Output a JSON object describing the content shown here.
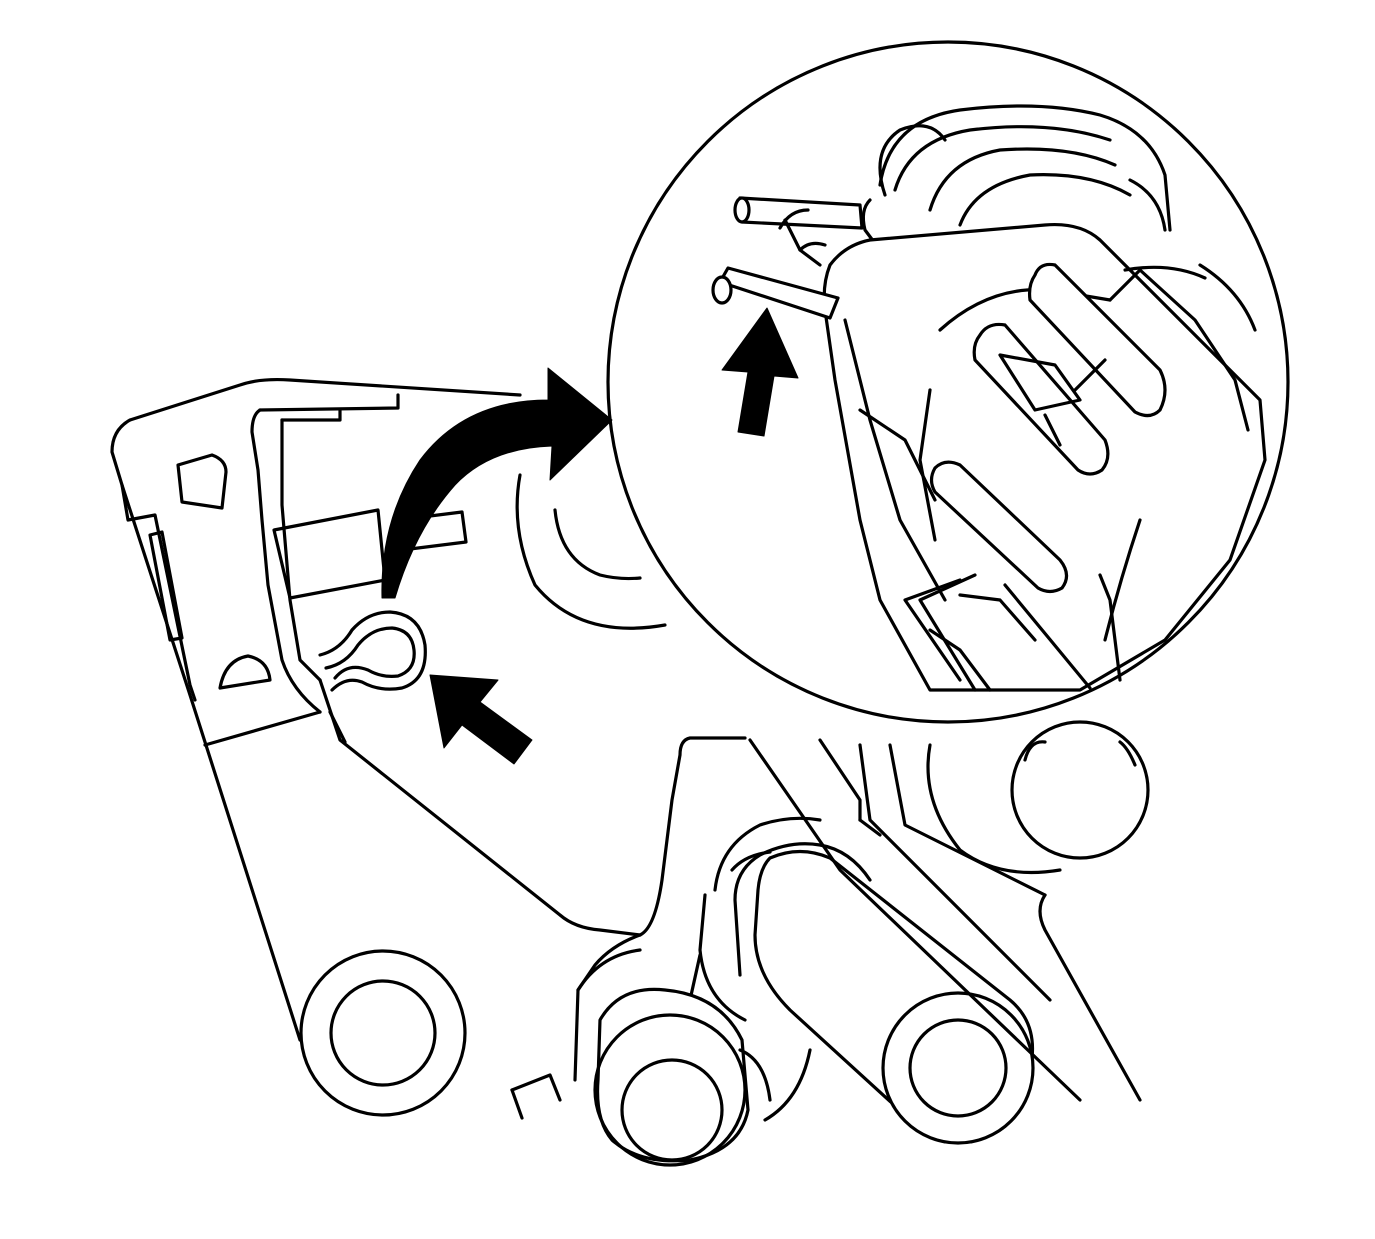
{
  "figure": {
    "background": "#ffffff",
    "line_color": "#000000",
    "components": [
      "bracket-plate",
      "retaining-clip",
      "linkage-shaft",
      "detail-magnifier",
      "connector-housing",
      "lock-pin"
    ],
    "icons": [
      "arrow-icon",
      "curved-arrow-icon"
    ]
  }
}
